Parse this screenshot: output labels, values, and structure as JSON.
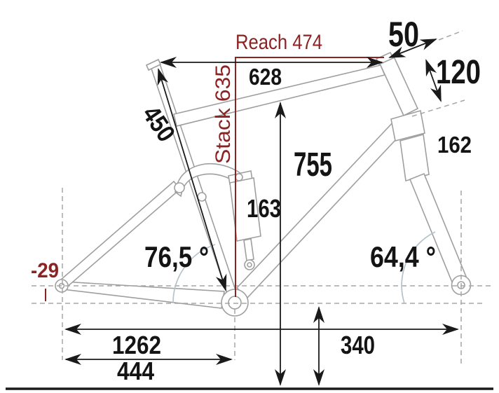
{
  "colors": {
    "accent_red": "#8c2323",
    "frame_gray": "#9f9f9f",
    "dimension_black": "#1a1a1a",
    "guide_dash_gray": "#a6a6a6",
    "angle_arc_gray": "#b4c2ca"
  },
  "labels": {
    "reach": "Reach 474",
    "stack": "Stack 635",
    "top_tube_horizontal": "628",
    "stem_length": "50",
    "head_tube_length": "120",
    "fork_value": "162",
    "standover_height": "755",
    "shock_value": "163",
    "seat_tube_length": "450",
    "seat_tube_angle": "76,5 °",
    "head_tube_angle": "64,4 °",
    "bb_drop": "-29",
    "wheelbase": "1262",
    "chainstay_length": "444",
    "bb_height": "340"
  }
}
